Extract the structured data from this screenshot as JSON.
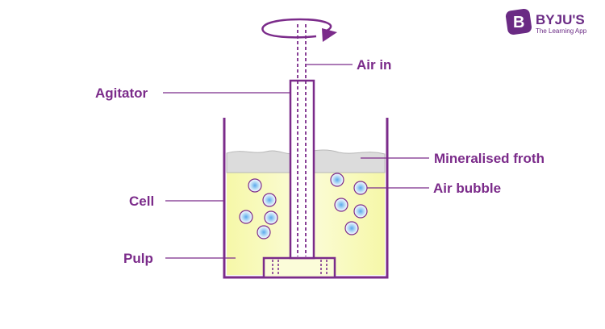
{
  "brand": {
    "logo_letter": "B",
    "name": "BYJU'S",
    "tagline": "The Learning App"
  },
  "labels": {
    "air_in": "Air in",
    "agitator": "Agitator",
    "mineralised_froth": "Mineralised froth",
    "air_bubble": "Air bubble",
    "cell": "Cell",
    "pulp": "Pulp"
  },
  "colors": {
    "accent": "#7b2b8a",
    "line": "#7b2b8a",
    "pulp": "#f6f7b4",
    "froth": "#dcdcdc",
    "bubble": "#a9d4f5"
  }
}
